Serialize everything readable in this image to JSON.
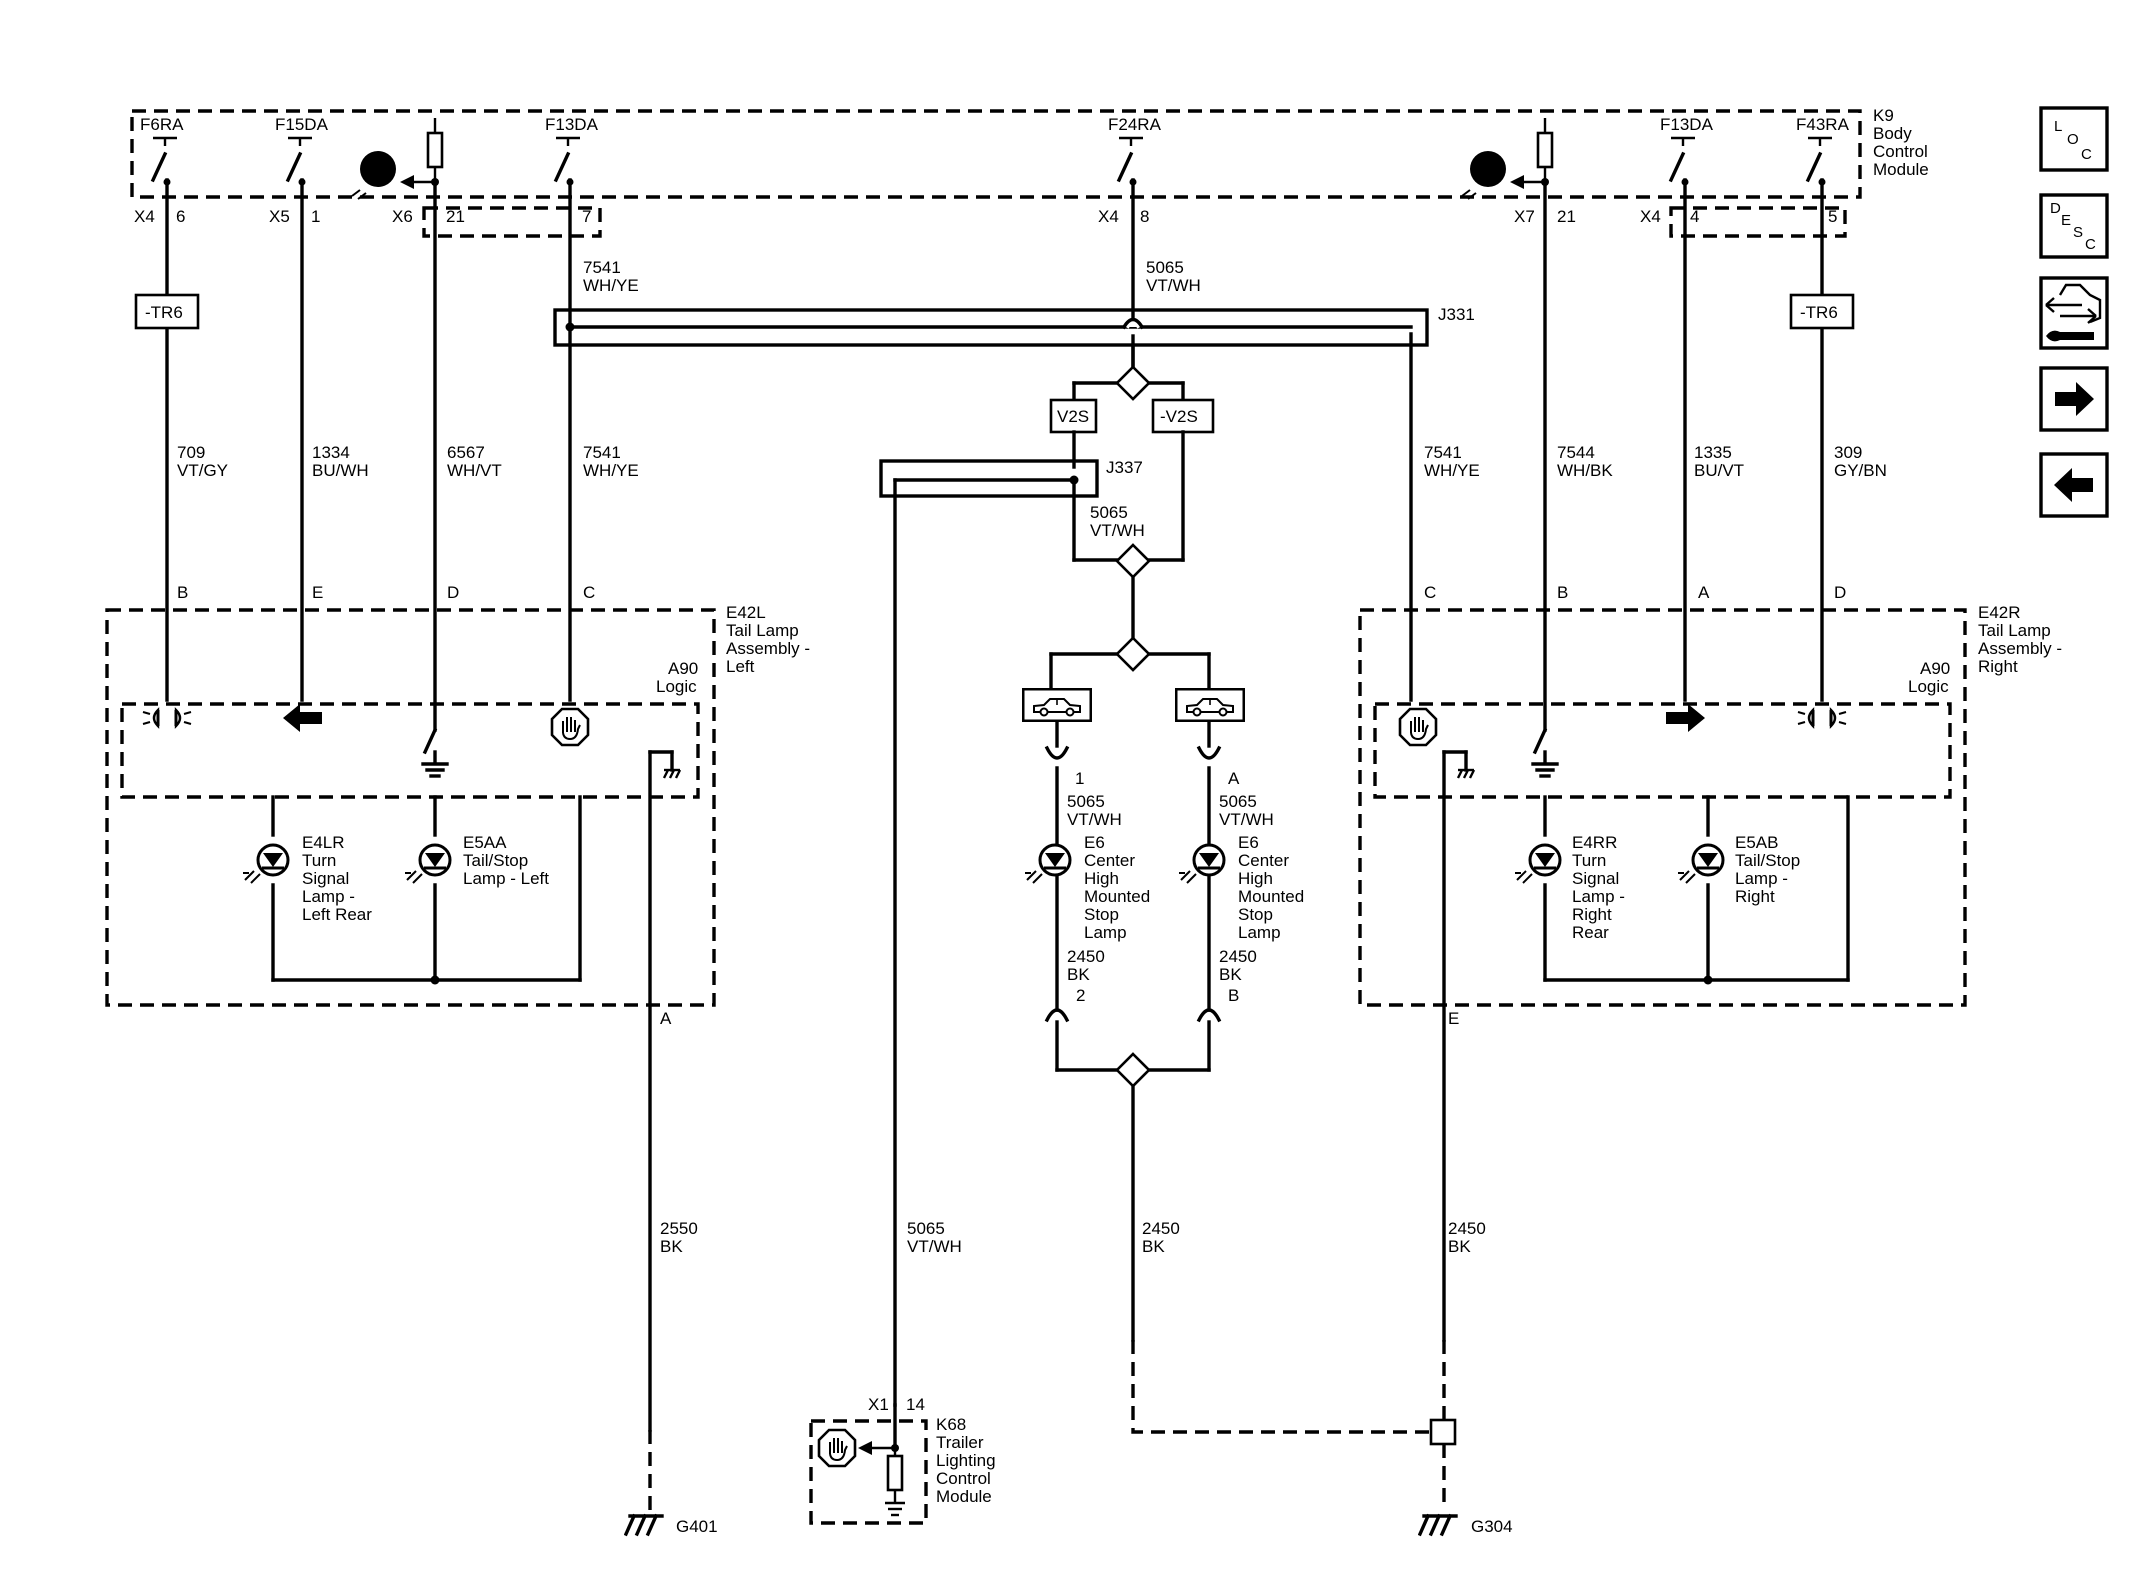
{
  "bcm": {
    "fuses": [
      "F6RA",
      "F15DA",
      "F13DA",
      "F24RA",
      "F13DA",
      "F43RA"
    ],
    "name_lines": [
      "K9",
      "Body",
      "Control",
      "Module"
    ],
    "pins": [
      {
        "conn": "X4",
        "pin": "6"
      },
      {
        "conn": "X5",
        "pin": "1"
      },
      {
        "conn": "X6",
        "pin": "21"
      },
      {
        "conn": "",
        "pin": "7"
      },
      {
        "conn": "X4",
        "pin": "8"
      },
      {
        "conn": "X7",
        "pin": "21"
      },
      {
        "conn": "X4",
        "pin": "4"
      },
      {
        "conn": "",
        "pin": "5"
      }
    ]
  },
  "circuits": [
    {
      "num": "7541",
      "color": "WH/YE"
    },
    {
      "num": "5065",
      "color": "VT/WH"
    },
    {
      "num": "709",
      "color": "VT/GY"
    },
    {
      "num": "1334",
      "color": "BU/WH"
    },
    {
      "num": "6567",
      "color": "WH/VT"
    },
    {
      "num": "7541",
      "color": "WH/YE"
    },
    {
      "num": "7541",
      "color": "WH/YE"
    },
    {
      "num": "7544",
      "color": "WH/BK"
    },
    {
      "num": "1335",
      "color": "BU/VT"
    },
    {
      "num": "309",
      "color": "GY/BN"
    },
    {
      "num": "5065",
      "color": "VT/WH"
    },
    {
      "num": "5065",
      "color": "VT/WH"
    },
    {
      "num": "5065",
      "color": "VT/WH"
    },
    {
      "num": "2450",
      "color": "BK"
    },
    {
      "num": "2450",
      "color": "BK"
    },
    {
      "num": "2550",
      "color": "BK"
    },
    {
      "num": "5065",
      "color": "VT/WH"
    },
    {
      "num": "2450",
      "color": "BK"
    },
    {
      "num": "2450",
      "color": "BK"
    }
  ],
  "splices": {
    "j331": "J331",
    "j337": "J337"
  },
  "tr6_label": "-TR6",
  "v2s_labels": [
    "V2S",
    "-V2S"
  ],
  "left_assembly": {
    "pins": [
      "B",
      "E",
      "D",
      "C"
    ],
    "name_lines": [
      "E42L",
      "Tail Lamp",
      "Assembly -",
      "Left"
    ],
    "logic_lines": [
      "A90",
      "Logic"
    ],
    "lamp1_lines": [
      "E4LR",
      "Turn",
      "Signal",
      "Lamp -",
      "Left Rear"
    ],
    "lamp2_lines": [
      "E5AA",
      "Tail/Stop",
      "Lamp - Left"
    ],
    "ground_pin": "A"
  },
  "right_assembly": {
    "pins": [
      "C",
      "B",
      "A",
      "D"
    ],
    "name_lines": [
      "E42R",
      "Tail Lamp",
      "Assembly -",
      "Right"
    ],
    "logic_lines": [
      "A90",
      "Logic"
    ],
    "lamp1_lines": [
      "E4RR",
      "Turn",
      "Signal",
      "Lamp -",
      "Right",
      "Rear"
    ],
    "lamp2_lines": [
      "E5AB",
      "Tail/Stop",
      "Lamp -",
      "Right"
    ],
    "ground_pin": "E"
  },
  "chmsl": {
    "left": {
      "pin_top": "1",
      "pin_bottom": "2",
      "name_lines": [
        "E6",
        "Center",
        "High",
        "Mounted",
        "Stop",
        "Lamp"
      ]
    },
    "right": {
      "pin_top": "A",
      "pin_bottom": "B",
      "name_lines": [
        "E6",
        "Center",
        "High",
        "Mounted",
        "Stop",
        "Lamp"
      ]
    }
  },
  "tlcm": {
    "conn": "X1",
    "pin": "14",
    "name_lines": [
      "K68",
      "Trailer",
      "Lighting",
      "Control",
      "Module"
    ]
  },
  "grounds": [
    "G401",
    "G304"
  ],
  "nav": {
    "loc": [
      "L",
      "O",
      "C"
    ],
    "desc": [
      "D",
      "E",
      "S",
      "C"
    ],
    "icons": [
      "connector-wrench-icon",
      "arrow-right-icon",
      "arrow-left-icon"
    ]
  },
  "colors": {
    "line": "#000000",
    "background": "#ffffff"
  }
}
